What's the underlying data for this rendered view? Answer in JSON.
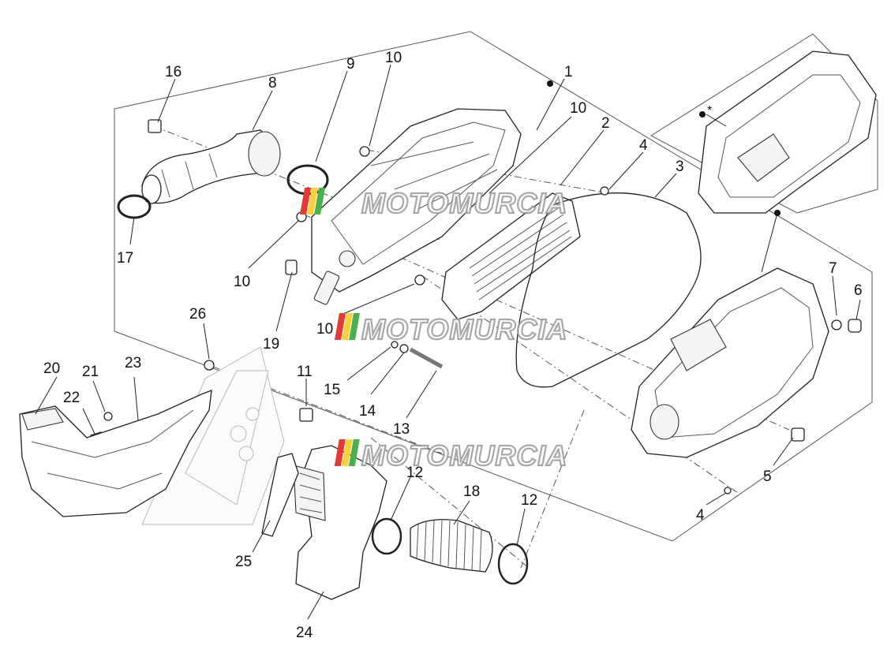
{
  "watermark": {
    "text": "MOTOMURCIA",
    "stripe_colors": [
      "#e53935",
      "#f7d23e",
      "#4caf50"
    ]
  },
  "callouts": {
    "c1": "1",
    "c2": "2",
    "c3": "3",
    "c4a": "4",
    "c4b": "4",
    "c5": "5",
    "c6": "6",
    "c7": "7",
    "c8": "8",
    "c9": "9",
    "c10a": "10",
    "c10b": "10",
    "c10c": "10",
    "c10d": "10",
    "c11": "11",
    "c12a": "12",
    "c12b": "12",
    "c13": "13",
    "c14": "14",
    "c15": "15",
    "c16": "16",
    "c17": "17",
    "c18": "18",
    "c19": "19",
    "c20": "20",
    "c21": "21",
    "c22": "22",
    "c23": "23",
    "c24": "24",
    "c25": "25",
    "c26": "26"
  },
  "marks": {
    "star": "*"
  }
}
